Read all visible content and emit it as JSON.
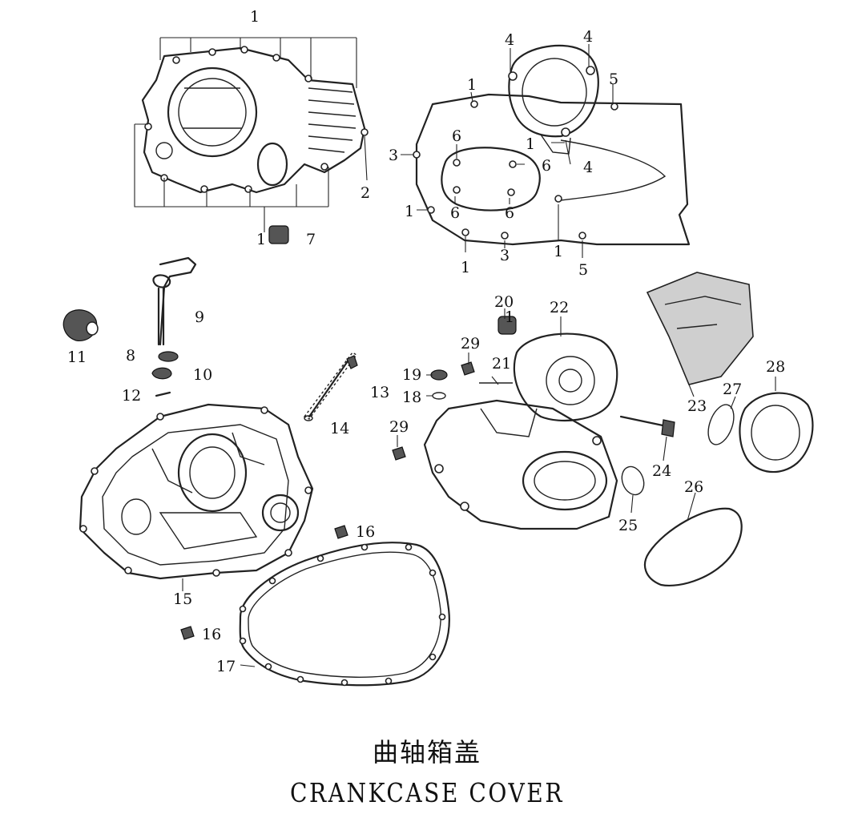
{
  "title_cn": "曲轴箱盖",
  "title_en": "CRANKCASE COVER",
  "callouts": [
    {
      "id": "c1a",
      "label": "1"
    },
    {
      "id": "c2",
      "label": "2"
    },
    {
      "id": "c1b",
      "label": "1"
    },
    {
      "id": "c7",
      "label": "7"
    },
    {
      "id": "c4a",
      "label": "4"
    },
    {
      "id": "c4b",
      "label": "4"
    },
    {
      "id": "c5a",
      "label": "5"
    },
    {
      "id": "c1c",
      "label": "1"
    },
    {
      "id": "c6a",
      "label": "6"
    },
    {
      "id": "c3a",
      "label": "3"
    },
    {
      "id": "c1d",
      "label": "1"
    },
    {
      "id": "c6b",
      "label": "6"
    },
    {
      "id": "c4c",
      "label": "4"
    },
    {
      "id": "c6c",
      "label": "6"
    },
    {
      "id": "c6d",
      "label": "6"
    },
    {
      "id": "c1e",
      "label": "1"
    },
    {
      "id": "c1f",
      "label": "1"
    },
    {
      "id": "c3b",
      "label": "3"
    },
    {
      "id": "c1g",
      "label": "1"
    },
    {
      "id": "c5b",
      "label": "5"
    },
    {
      "id": "c9",
      "label": "9"
    },
    {
      "id": "c11",
      "label": "11"
    },
    {
      "id": "c8",
      "label": "8"
    },
    {
      "id": "c10",
      "label": "10"
    },
    {
      "id": "c12",
      "label": "12"
    },
    {
      "id": "c13",
      "label": "13"
    },
    {
      "id": "c14",
      "label": "14"
    },
    {
      "id": "c15",
      "label": "15"
    },
    {
      "id": "c16a",
      "label": "16"
    },
    {
      "id": "c16b",
      "label": "16"
    },
    {
      "id": "c17",
      "label": "17"
    },
    {
      "id": "c20",
      "label": "20"
    },
    {
      "id": "c22",
      "label": "22"
    },
    {
      "id": "c29a",
      "label": "29"
    },
    {
      "id": "c21",
      "label": "21"
    },
    {
      "id": "c19",
      "label": "19"
    },
    {
      "id": "c18",
      "label": "18"
    },
    {
      "id": "c29b",
      "label": "29"
    },
    {
      "id": "c23",
      "label": "23"
    },
    {
      "id": "c28",
      "label": "28"
    },
    {
      "id": "c27",
      "label": "27"
    },
    {
      "id": "c24",
      "label": "24"
    },
    {
      "id": "c25",
      "label": "25"
    },
    {
      "id": "c26",
      "label": "26"
    },
    {
      "id": "c1h",
      "label": "1"
    }
  ]
}
